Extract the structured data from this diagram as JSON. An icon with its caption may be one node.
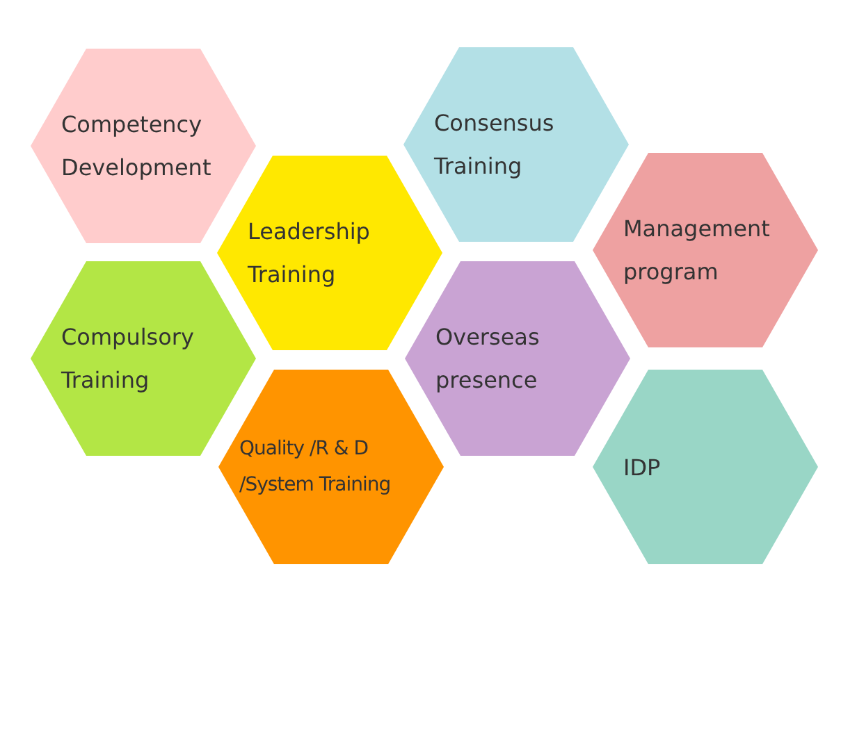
{
  "diagram": {
    "nodes": [
      {
        "text": [
          "Competency Development"
        ]
      },
      {
        "text": [
          "Compulsory Training"
        ]
      },
      {
        "text": [
          "Leadership Training"
        ]
      },
      {
        "text": [
          "Quality /R & D /System Training"
        ]
      },
      {
        "text": [
          "Consensus Training"
        ]
      },
      {
        "text": [
          "Overseas presence"
        ]
      },
      {
        "text": [
          "Management program"
        ]
      },
      {
        "text": [
          "IDP"
        ]
      }
    ]
  }
}
